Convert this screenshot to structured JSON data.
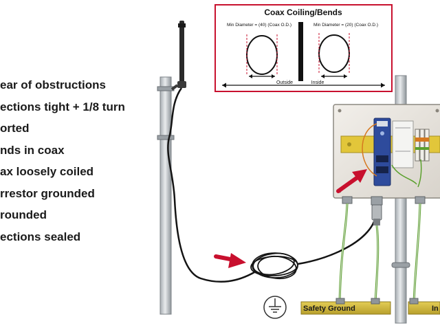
{
  "checklist": [
    "ear of obstructions",
    "ections tight + 1/8 turn",
    "orted",
    "nds in coax",
    "ax loosely coiled",
    "rrestor grounded",
    "rounded",
    "ections sealed"
  ],
  "inset": {
    "title": "Coax Coiling/Bends",
    "left_label": "Min Diameter = (40) (Coax O.D.)",
    "right_label": "Min Diameter = (20) (Coax O.D.)",
    "outside_label": "Outside",
    "inside_label": "Inside",
    "border_color": "#c8102e"
  },
  "ground_bars": {
    "safety_label": "Safety Ground",
    "right_label_partial": "In",
    "bar_color": "#c9b23a"
  },
  "colors": {
    "arrow": "#c8102e",
    "ground_wire": "#5aa02c",
    "din_rail": "#e2c63a",
    "enclosure": "#e6e2dc",
    "pole": "#c4c9cd"
  },
  "icons": [
    "ground-symbol-icon",
    "pointer-arrow-icon"
  ]
}
